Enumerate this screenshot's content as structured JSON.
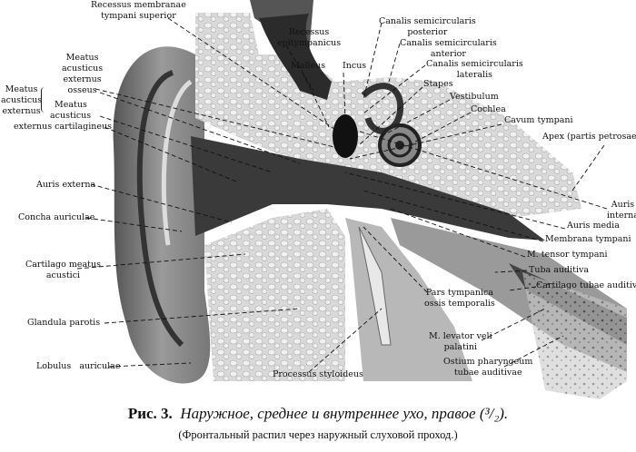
{
  "labels": {
    "recessus_membranae": [
      "Recessus membranae",
      "tympani superior"
    ],
    "recessus_epitympanicus": [
      "Recessus",
      "epitympanicus"
    ],
    "malleus": "Malleus",
    "incus": "Incus",
    "canalis_posterior": [
      "Canalis semicircularis",
      "posterior"
    ],
    "canalis_anterior": [
      "Canalis semicircularis",
      "anterior"
    ],
    "canalis_lateralis": [
      "Canalis semicircularis",
      "lateralis"
    ],
    "stapes": "Stapes",
    "vestibulum": "Vestibulum",
    "cochlea": "Cochlea",
    "cavum_tympani": "Cavum tympani",
    "apex": "Apex (partis petrosae)",
    "meatus_osseus": [
      "Meatus",
      "acusticus",
      "externus",
      "osseus"
    ],
    "meatus_externus": [
      "Meatus",
      "acusticus",
      "externus"
    ],
    "meatus_cartilagineus": [
      "Meatus",
      "acusticus",
      "externus cartilagineus"
    ],
    "auris_externa": "Auris externa",
    "concha": "Concha auriculae",
    "cartilago_meatus": [
      "Cartilago meatus",
      "acustici"
    ],
    "glandula_parotis": "Glandula parotis",
    "lobulus": "Lobulus   auriculae",
    "auris_interna": [
      "Auris",
      "interna"
    ],
    "auris_media": "Auris media",
    "membrana_tympani": "Membrana tympani",
    "tensor_tympani": "M. tensor tympani",
    "tuba_auditiva": "Tuba auditiva",
    "cartilago_tubae": "Cartilago tubae auditivae",
    "pars_tympanica": [
      "Pars tympanica",
      "ossis temporalis"
    ],
    "levator": [
      "M. levator veli",
      "palatini"
    ],
    "ostium": [
      "Ostium pharyngeum",
      "tubae auditivae"
    ],
    "processus": "Processus styloideus"
  },
  "caption": {
    "fig": "Рис. 3.",
    "title": "Наружное, среднее и внутреннее ухо, правое (³/₂).",
    "subtitle": "(Фронтальный распил через наружный слуховой проход.)"
  }
}
